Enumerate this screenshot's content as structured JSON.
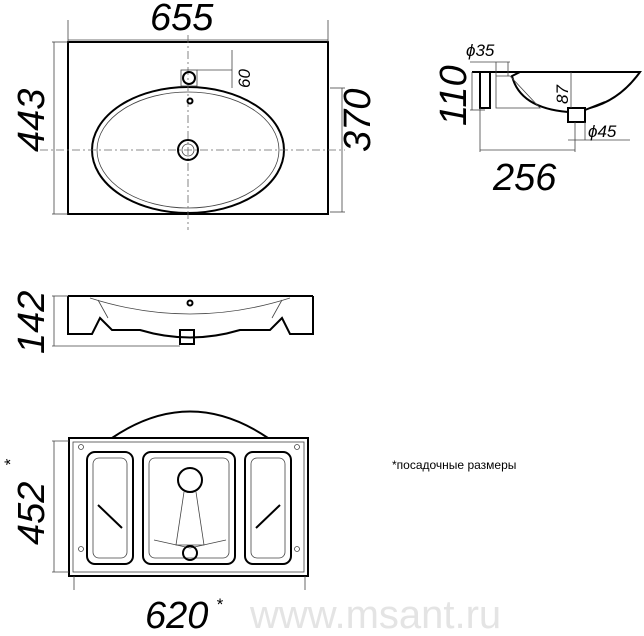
{
  "drawing": {
    "top_view": {
      "width": "655",
      "depth": "443",
      "bowl_depth": "370",
      "tap_offset": "60"
    },
    "front_view": {
      "height": "142"
    },
    "side_view": {
      "height": "110",
      "depth": "256",
      "drain_height": "87",
      "tap_diameter": "ϕ35",
      "drain_diameter": "ϕ45"
    },
    "bottom_view": {
      "mount_depth": "452",
      "mount_width": "620",
      "asterisk": "*"
    },
    "note": "*посадочные размеры",
    "watermark": "www.msant.ru"
  }
}
